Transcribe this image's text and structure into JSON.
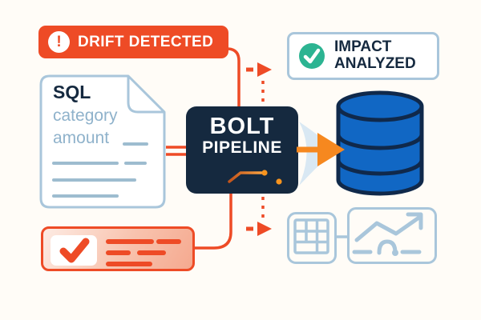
{
  "diagram_title": "pipeline drift illustration",
  "colors": {
    "background": "#FFFCF7",
    "accent_orange": "#EE4B26",
    "bright_orange": "#F6881F",
    "navy": "#15293F",
    "database_blue": "#1167C4",
    "light_blue_border": "#A9C6DB",
    "muted_blue_text": "#8FB2CB",
    "teal": "#2CB492",
    "cyan_streak": "#2FB5D8"
  },
  "drift_badge": {
    "label": "DRIFT DETECTED",
    "icon": "exclamation-circle",
    "exclamation": "!"
  },
  "sql_document": {
    "title": "SQL",
    "fields": [
      "category",
      "amount"
    ]
  },
  "pipeline_node": {
    "line1": "BOLT",
    "line2": "PIPELINE",
    "icon": "circuit-trace"
  },
  "impact_badge": {
    "line1": "IMPACT",
    "line2": "ANALYZED",
    "icon": "check-circle"
  },
  "outputs": {
    "database_icon": "database-cylinder",
    "table_icon": "table-grid",
    "chart_icon": "trend-line-chart"
  },
  "flows": [
    {
      "from": "drift-badge",
      "to": "bolt-pipeline",
      "style": "solid-curve"
    },
    {
      "from": "sql-document",
      "to": "bolt-pipeline",
      "style": "double-line"
    },
    {
      "from": "result-card",
      "to": "bolt-pipeline",
      "style": "solid-curve"
    },
    {
      "from": "bolt-pipeline",
      "to": "impact-badge",
      "style": "dashed-arrow"
    },
    {
      "from": "bolt-pipeline",
      "to": "database",
      "style": "solid-arrow"
    },
    {
      "from": "bolt-pipeline",
      "to": "report-icons",
      "style": "dashed-arrow"
    }
  ]
}
